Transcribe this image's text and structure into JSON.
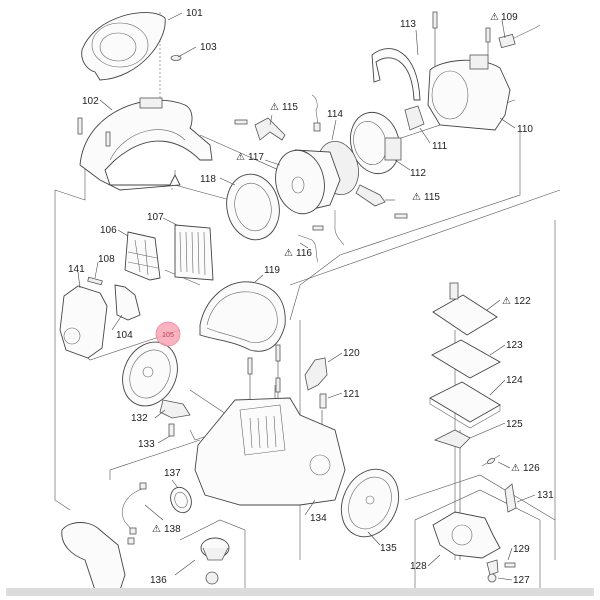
{
  "diagram": {
    "title": "Vacuum cleaner exploded parts diagram",
    "highlight": {
      "label": "105",
      "color": "#f8a5b4",
      "text_color": "#c0405a"
    },
    "warning_symbol": "⚠",
    "parts": [
      {
        "id": "101",
        "label": "101",
        "warning": false,
        "name": "top-cover"
      },
      {
        "id": "102",
        "label": "102",
        "warning": false,
        "name": "handle-housing"
      },
      {
        "id": "103",
        "label": "103",
        "warning": false,
        "name": "clip"
      },
      {
        "id": "104",
        "label": "104",
        "warning": false,
        "name": "filter-holder"
      },
      {
        "id": "105",
        "label": "105",
        "warning": false,
        "name": "highlighted-marker"
      },
      {
        "id": "106",
        "label": "106",
        "warning": false,
        "name": "filter-frame"
      },
      {
        "id": "107",
        "label": "107",
        "warning": false,
        "name": "exhaust-filter"
      },
      {
        "id": "108",
        "label": "108",
        "warning": false,
        "name": "latch"
      },
      {
        "id": "109",
        "label": "109",
        "warning": true,
        "name": "switch"
      },
      {
        "id": "110",
        "label": "110",
        "warning": false,
        "name": "motor-housing"
      },
      {
        "id": "111",
        "label": "111",
        "warning": false,
        "name": "bracket"
      },
      {
        "id": "112",
        "label": "112",
        "warning": false,
        "name": "motor-cover"
      },
      {
        "id": "113",
        "label": "113",
        "warning": false,
        "name": "band"
      },
      {
        "id": "114",
        "label": "114",
        "warning": false,
        "name": "gasket"
      },
      {
        "id": "115a",
        "label": "115",
        "warning": true,
        "name": "brush-holder-upper"
      },
      {
        "id": "115b",
        "label": "115",
        "warning": true,
        "name": "brush-holder-lower"
      },
      {
        "id": "116",
        "label": "116",
        "warning": true,
        "name": "wire-lead"
      },
      {
        "id": "117",
        "label": "117",
        "warning": true,
        "name": "motor"
      },
      {
        "id": "118",
        "label": "118",
        "warning": false,
        "name": "motor-ring"
      },
      {
        "id": "119",
        "label": "119",
        "warning": false,
        "name": "seal-frame"
      },
      {
        "id": "120",
        "label": "120",
        "warning": false,
        "name": "lever"
      },
      {
        "id": "121",
        "label": "121",
        "warning": false,
        "name": "spring"
      },
      {
        "id": "122",
        "label": "122",
        "warning": true,
        "name": "circuit-board"
      },
      {
        "id": "123",
        "label": "123",
        "warning": false,
        "name": "insulator-sheet"
      },
      {
        "id": "124",
        "label": "124",
        "warning": false,
        "name": "board-holder"
      },
      {
        "id": "125",
        "label": "125",
        "warning": false,
        "name": "sheet"
      },
      {
        "id": "126",
        "label": "126",
        "warning": true,
        "name": "fuse"
      },
      {
        "id": "127",
        "label": "127",
        "warning": false,
        "name": "cord-reel"
      },
      {
        "id": "128",
        "label": "128",
        "warning": false,
        "name": "brake-lever"
      },
      {
        "id": "129",
        "label": "129",
        "warning": false,
        "name": "brake-spring"
      },
      {
        "id": "131",
        "label": "131",
        "warning": false,
        "name": "pedal"
      },
      {
        "id": "132",
        "label": "132",
        "warning": false,
        "name": "button"
      },
      {
        "id": "133",
        "label": "133",
        "warning": false,
        "name": "button-spring"
      },
      {
        "id": "134",
        "label": "134",
        "warning": false,
        "name": "main-body"
      },
      {
        "id": "135",
        "label": "135",
        "warning": false,
        "name": "wheel-right"
      },
      {
        "id": "136",
        "label": "136",
        "warning": false,
        "name": "caster"
      },
      {
        "id": "137",
        "label": "137",
        "warning": false,
        "name": "seal-ring"
      },
      {
        "id": "138",
        "label": "138",
        "warning": true,
        "name": "harness"
      },
      {
        "id": "141",
        "label": "141",
        "warning": false,
        "name": "dust-box"
      }
    ]
  }
}
